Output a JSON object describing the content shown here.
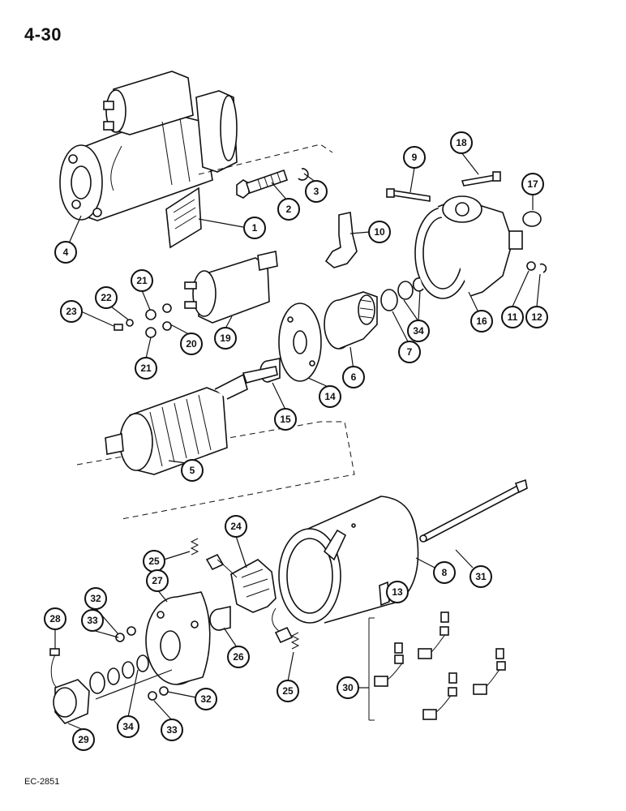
{
  "page": {
    "title": "4-30",
    "footer_code": "EC-2851"
  },
  "callouts": [
    {
      "id": "c1",
      "label": "1"
    },
    {
      "id": "c2",
      "label": "2"
    },
    {
      "id": "c3",
      "label": "3"
    },
    {
      "id": "c4",
      "label": "4"
    },
    {
      "id": "c5",
      "label": "5"
    },
    {
      "id": "c6",
      "label": "6"
    },
    {
      "id": "c7",
      "label": "7"
    },
    {
      "id": "c8",
      "label": "8"
    },
    {
      "id": "c9",
      "label": "9"
    },
    {
      "id": "c10",
      "label": "10"
    },
    {
      "id": "c11",
      "label": "11"
    },
    {
      "id": "c12",
      "label": "12"
    },
    {
      "id": "c13",
      "label": "13"
    },
    {
      "id": "c14",
      "label": "14"
    },
    {
      "id": "c15",
      "label": "15"
    },
    {
      "id": "c16",
      "label": "16"
    },
    {
      "id": "c17",
      "label": "17"
    },
    {
      "id": "c18",
      "label": "18"
    },
    {
      "id": "c19",
      "label": "19"
    },
    {
      "id": "c20",
      "label": "20"
    },
    {
      "id": "c21a",
      "label": "21"
    },
    {
      "id": "c21b",
      "label": "21"
    },
    {
      "id": "c22",
      "label": "22"
    },
    {
      "id": "c23",
      "label": "23"
    },
    {
      "id": "c24",
      "label": "24"
    },
    {
      "id": "c25a",
      "label": "25"
    },
    {
      "id": "c25b",
      "label": "25"
    },
    {
      "id": "c26",
      "label": "26"
    },
    {
      "id": "c27",
      "label": "27"
    },
    {
      "id": "c28",
      "label": "28"
    },
    {
      "id": "c29",
      "label": "29"
    },
    {
      "id": "c30",
      "label": "30"
    },
    {
      "id": "c31",
      "label": "31"
    },
    {
      "id": "c32a",
      "label": "32"
    },
    {
      "id": "c32b",
      "label": "32"
    },
    {
      "id": "c33a",
      "label": "33"
    },
    {
      "id": "c33b",
      "label": "33"
    },
    {
      "id": "c34a",
      "label": "34"
    },
    {
      "id": "c34b",
      "label": "34"
    }
  ]
}
